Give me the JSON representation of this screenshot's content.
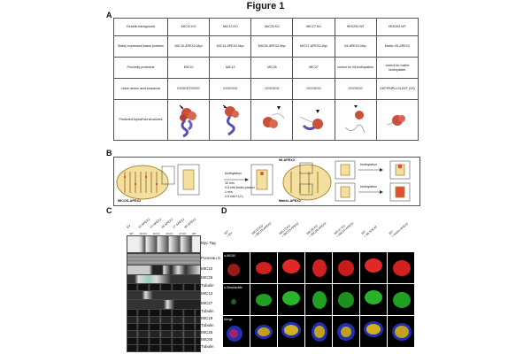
{
  "figure_title": "Figure 1",
  "panels": {
    "a": "A",
    "b": "B",
    "c": "C",
    "d": "D"
  },
  "table": {
    "row_headers": [
      "Genetic background",
      "Stably expressed fusion proteins",
      "Proximity proteome",
      "Linker amino acid sequence",
      "Predicted AlphaFold structures"
    ],
    "columns": [
      {
        "background": "MIC10 KO",
        "fusion": "MIC10-APEX2-Myc",
        "proteome": "MIC10",
        "linker": "KGSGSTSGSG"
      },
      {
        "background": "MIC13 KO",
        "fusion": "MIC13-APEX2-Myc",
        "proteome": "MIC13",
        "linker": "GGGSGG"
      },
      {
        "background": "MIC26 KO",
        "fusion": "MIC26-APEX2-Myc",
        "proteome": "MIC26",
        "linker": "GGGSGG"
      },
      {
        "background": "MIC27 KO",
        "fusion": "MIC27-APEX2-Myc",
        "proteome": "MIC27",
        "linker": "GGGSGG"
      },
      {
        "background": "HEK293 WT",
        "fusion": "IM-APEX2-Myc",
        "proteome": "control for IM biotinylation",
        "linker": "GGGSGG"
      },
      {
        "background": "HEK293 WT",
        "fusion": "Matrix-V5-APEX2",
        "proteome": "control for matrix biotinylation",
        "linker": "GKPIPNPLLGLDST (V5)"
      }
    ]
  },
  "panel_b": {
    "left_label": "MICOS-APEX2",
    "mid_label": "IM-APEX2",
    "right_label": "Matrix-APEX2",
    "biotinylation": "biotinylation",
    "conditions": [
      "30 min",
      "0.5 mM biotin-phenol",
      "1 min",
      "0.5 mM H₂O₂"
    ]
  },
  "panel_c": {
    "lanes": [
      "EV",
      "10-APEX2",
      "13-APEX2",
      "26-APEX2",
      "27-APEX2",
      "IM-APEX2"
    ],
    "backgrounds": [
      "WT",
      "10 KO",
      "13 KO",
      "26 KO",
      "27 KO",
      "WT"
    ],
    "blots": [
      "Myc Tag",
      "Ponceau S",
      "MIC10",
      "MIC26",
      "Tubulin",
      "MIC13",
      "MIC27",
      "Tubulin",
      "MIC19",
      "Tubulin",
      "MIC25",
      "MIC60",
      "Tubulin"
    ]
  },
  "panel_d": {
    "columns": [
      "WT\n+ EV",
      "MIC10 KO\n+ MIC10-APEX2",
      "MIC13 KO\n+ MIC13-APEX2",
      "MIC26 KO\n+ MIC26-APEX2",
      "MIC27 KO\n+ MIC27-APEX2",
      "WT\n+ IM-APEX2",
      "WT\n+ matrix-APEX2"
    ],
    "rows": [
      "α-MIC60",
      "α-Streptavidin",
      "Merge"
    ]
  }
}
